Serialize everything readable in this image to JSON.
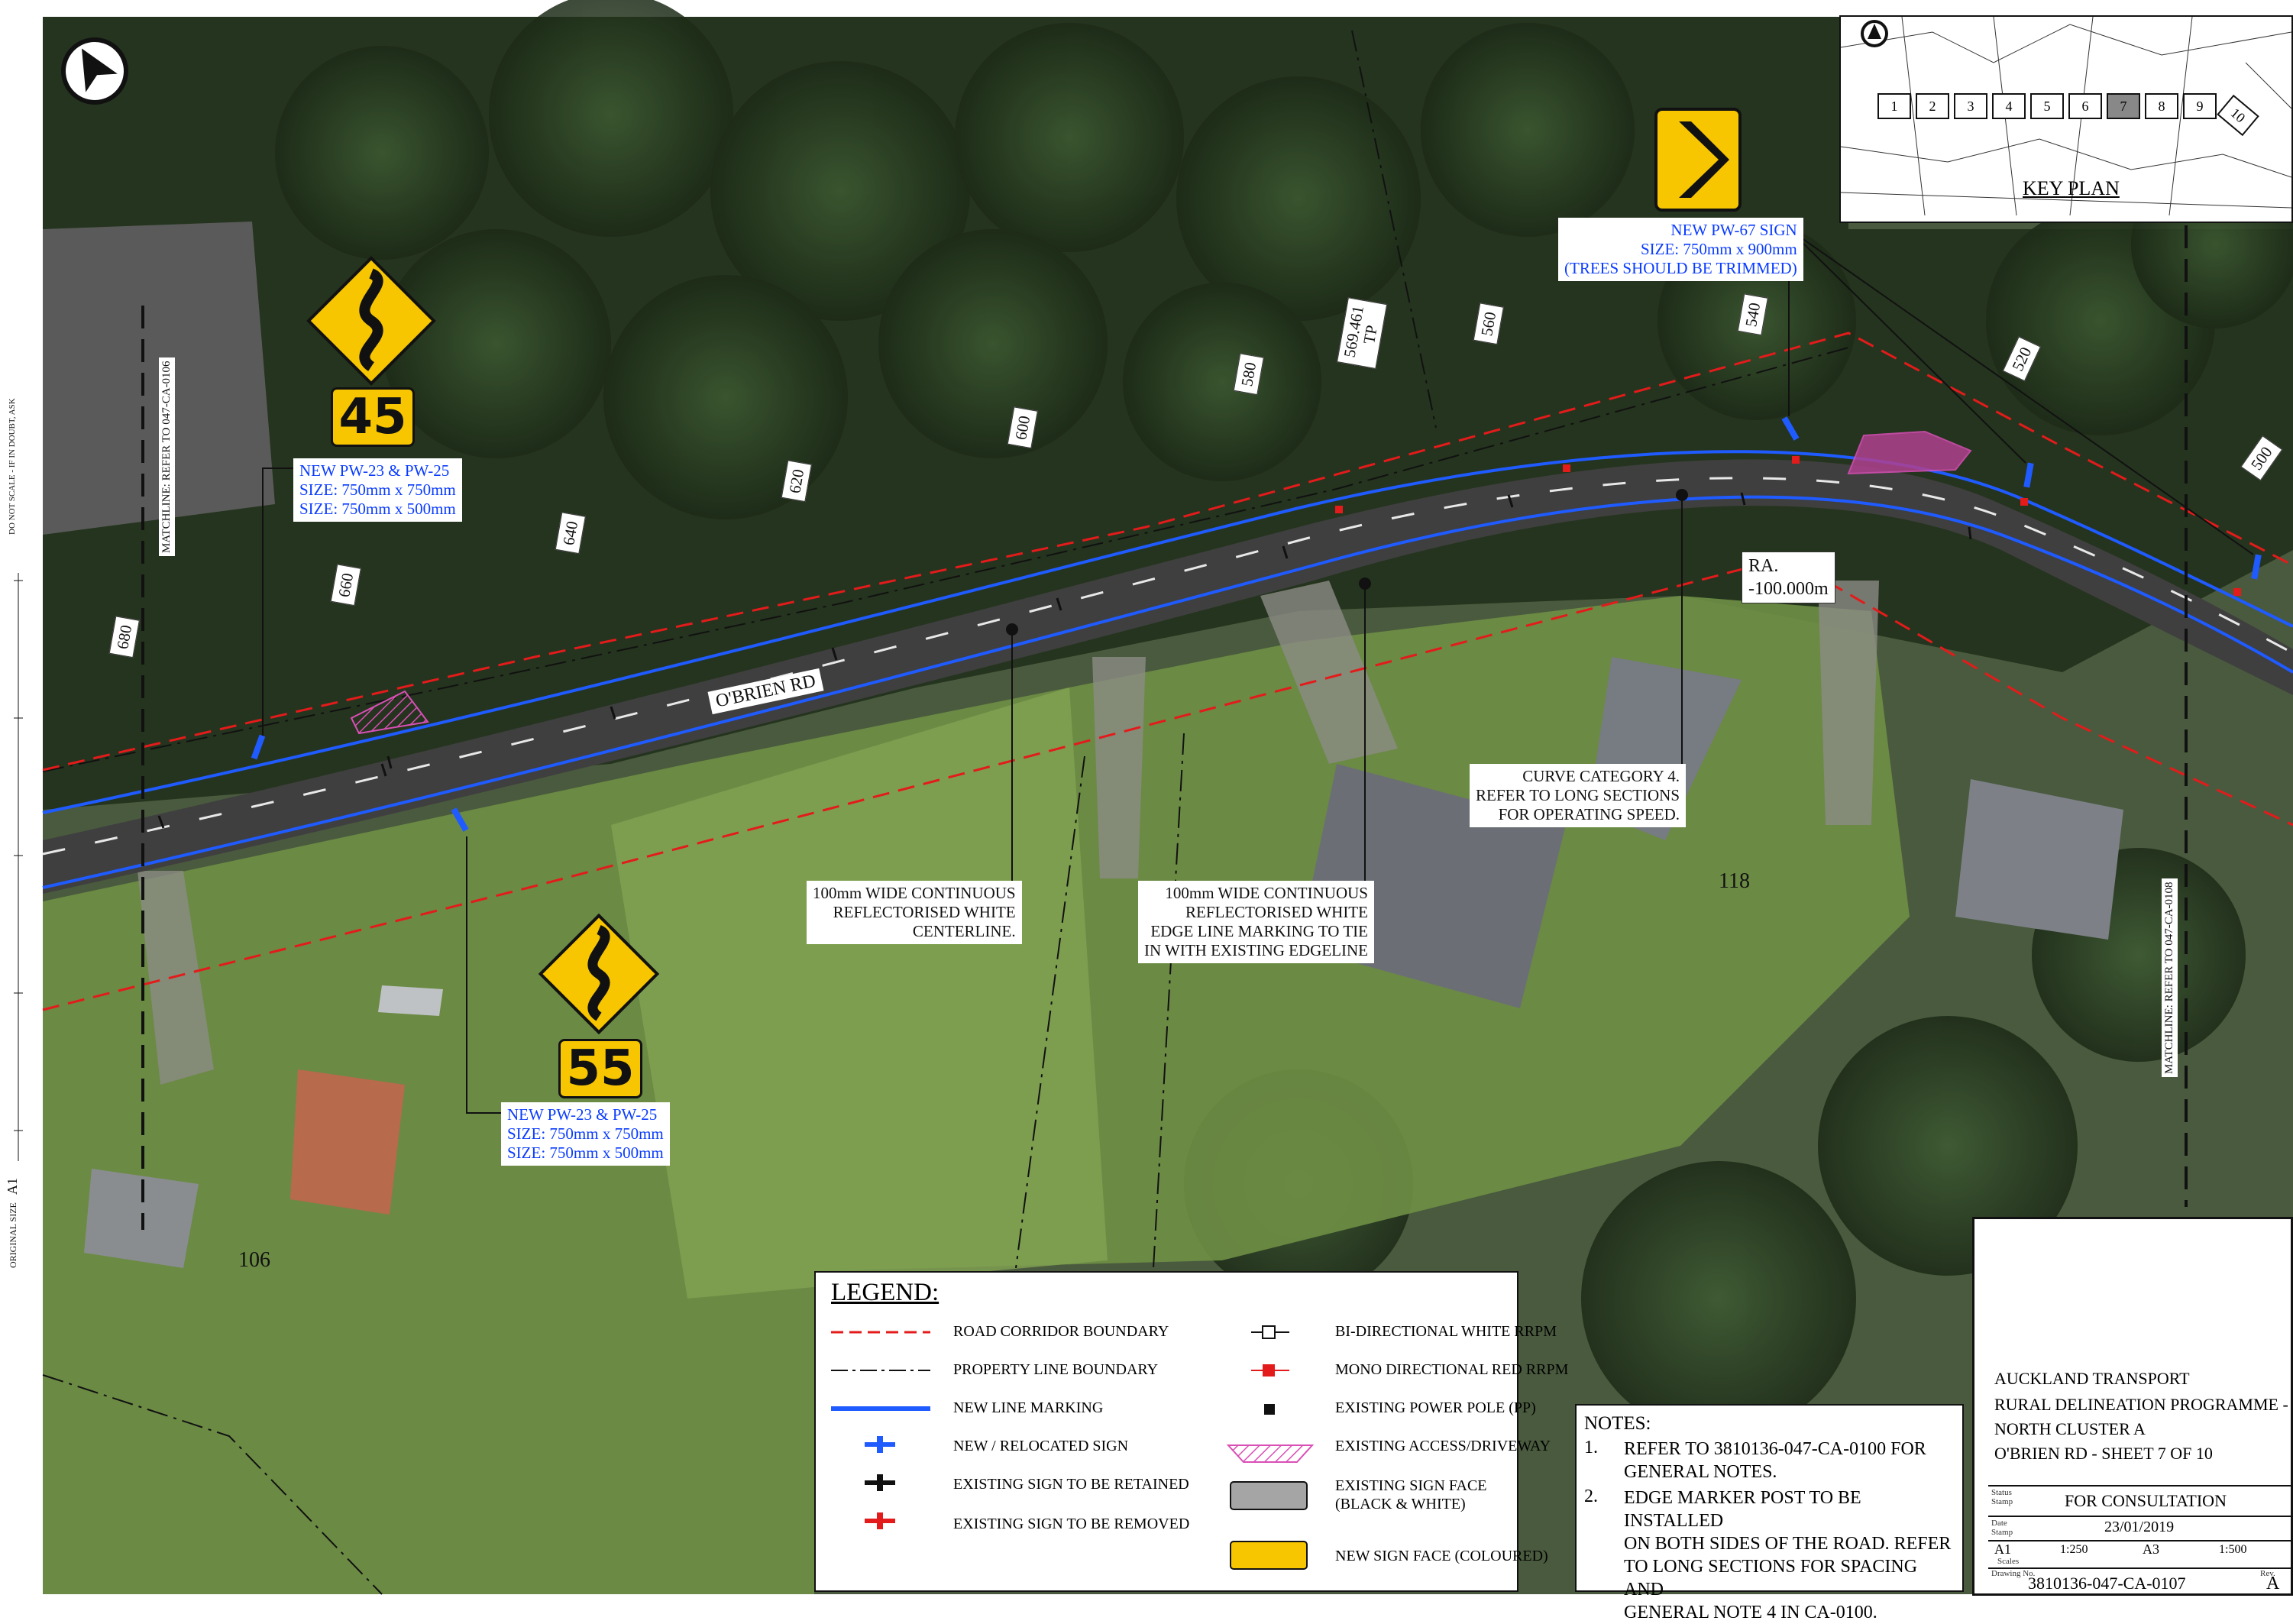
{
  "map": {
    "road_name": "O'BRIEN RD",
    "radius_label": {
      "line1": "RA.",
      "line2": "-100.000m"
    },
    "chainages": [
      "680",
      "660",
      "640",
      "620",
      "600",
      "580",
      "560",
      "540",
      "520",
      "500"
    ],
    "control_point": {
      "line1": "569.461",
      "line2": "TP"
    },
    "lot_numbers": [
      "106",
      "118"
    ],
    "matchline_left": "MATCHLINE: REFER TO 047-CA-0106",
    "matchline_right": "MATCHLINE: REFER TO 047-CA-0108",
    "scale_notice": "DO NOT SCALE - IF IN DOUBT, ASK",
    "original_size": "ORIGINAL SIZE",
    "original_size_value": "A1",
    "signs": {
      "upper_speed": "45",
      "lower_speed": "55"
    }
  },
  "callouts": {
    "pw23_upper": [
      "NEW PW-23 & PW-25",
      "SIZE: 750mm x 750mm",
      "SIZE: 750mm x 500mm"
    ],
    "pw23_lower": [
      "NEW PW-23 & PW-25",
      "SIZE: 750mm x 750mm",
      "SIZE: 750mm x 500mm"
    ],
    "pw67": [
      "NEW PW-67 SIGN",
      "SIZE: 750mm x 900mm",
      "(TREES SHOULD BE TRIMMED)"
    ],
    "centerline": [
      "100mm WIDE CONTINUOUS",
      "REFLECTORISED WHITE",
      "CENTERLINE."
    ],
    "edgeline": [
      "100mm WIDE CONTINUOUS",
      "REFLECTORISED WHITE",
      "EDGE LINE MARKING TO TIE",
      "IN WITH EXISTING EDGELINE"
    ],
    "curve": [
      "CURVE CATEGORY 4.",
      "REFER TO LONG SECTIONS",
      "FOR OPERATING SPEED."
    ]
  },
  "legend": {
    "title": "LEGEND:",
    "left_items": [
      "ROAD CORRIDOR BOUNDARY",
      "PROPERTY LINE BOUNDARY",
      "NEW LINE MARKING",
      "NEW / RELOCATED SIGN",
      "EXISTING SIGN TO BE RETAINED",
      "EXISTING SIGN TO BE REMOVED"
    ],
    "right_items": [
      "BI-DIRECTIONAL WHITE RRPM",
      "MONO DIRECTIONAL RED RRPM",
      "EXISTING POWER POLE (PP)",
      "EXISTING ACCESS/DRIVEWAY",
      "EXISTING SIGN FACE",
      "(BLACK & WHITE)",
      "NEW SIGN FACE (COLOURED)"
    ]
  },
  "notes": {
    "title": "NOTES:",
    "items": [
      {
        "num": "1.",
        "lines": [
          "REFER TO 3810136-047-CA-0100 FOR",
          "GENERAL NOTES."
        ]
      },
      {
        "num": "2.",
        "lines": [
          "EDGE MARKER POST TO BE INSTALLED",
          "ON BOTH SIDES OF THE ROAD. REFER",
          "TO LONG SECTIONS FOR SPACING AND",
          "GENERAL NOTE 4 IN CA-0100."
        ]
      }
    ]
  },
  "title_block": {
    "client": "AUCKLAND TRANSPORT",
    "project_1": "RURAL DELINEATION PROGRAMME -",
    "project_2": "NORTH CLUSTER A",
    "sheet": "O'BRIEN RD - SHEET 7 OF 10",
    "status_label": "Status Stamp",
    "status": "FOR CONSULTATION",
    "date_label": "Date Stamp",
    "date": "23/01/2019",
    "size_a1": "A1",
    "scale_a1": "1:250",
    "size_a3": "A3",
    "scale_a3": "1:500",
    "scales_label": "Scales",
    "drawing_label": "Drawing No.",
    "drawing_no": "3810136-047-CA-0107",
    "rev_label": "Rev.",
    "rev": "A"
  },
  "key_plan": {
    "title": "KEY PLAN",
    "sheets": [
      "1",
      "2",
      "3",
      "4",
      "5",
      "6",
      "7",
      "8",
      "9",
      "10"
    ],
    "current_sheet": "7"
  },
  "colors": {
    "new_line_marking": "#1f5bff",
    "corridor_boundary": "#e31b1b",
    "sign_face": "#f7c600",
    "access": "#d94fb6"
  }
}
